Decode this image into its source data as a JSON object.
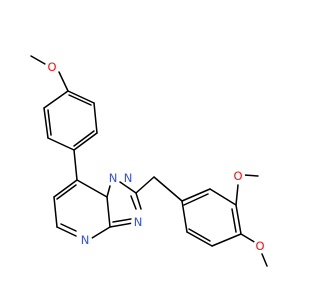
{
  "molecule": {
    "atoms": [
      {
        "id": "O1",
        "label": "O",
        "color": "#ff0d0d"
      },
      {
        "id": "N1",
        "label": "N",
        "color": "#3050f8"
      },
      {
        "id": "N2",
        "label": "N",
        "color": "#3050f8"
      },
      {
        "id": "N3",
        "label": "N",
        "color": "#3050f8"
      },
      {
        "id": "N4",
        "label": "N",
        "color": "#3050f8"
      },
      {
        "id": "O2",
        "label": "O",
        "color": "#ff0d0d"
      },
      {
        "id": "O3",
        "label": "O",
        "color": "#ff0d0d"
      }
    ],
    "bond_color": "#000000"
  }
}
